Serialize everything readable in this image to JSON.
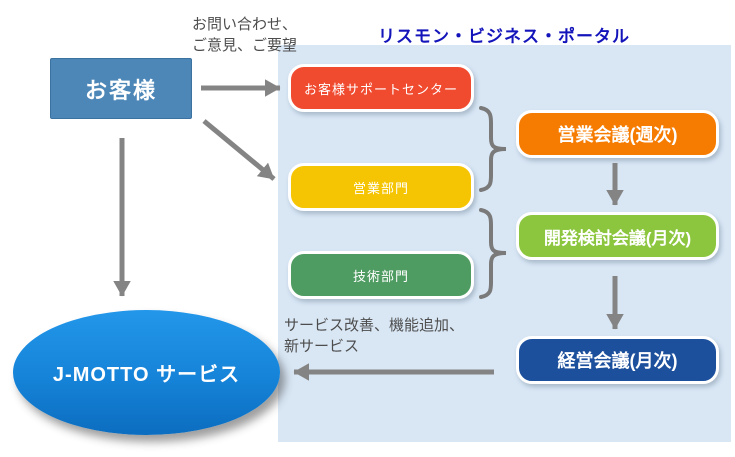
{
  "diagram": {
    "portal_title": "リスモン・ビジネス・ポータル",
    "customer_label": "お客様",
    "inquiry_note": {
      "line1": "お問い合わせ、",
      "line2": "ご意見、ご要望"
    },
    "departments": [
      {
        "label": "お客様サポートセンター",
        "color": "#f04a2f"
      },
      {
        "label": "営業部門",
        "color": "#f5c402"
      },
      {
        "label": "技術部門",
        "color": "#4f9c62"
      }
    ],
    "meetings": [
      {
        "label": "営業会議(週次)",
        "color": "#f67c01"
      },
      {
        "label": "開発検討会議(月次)",
        "color": "#8cc63e"
      },
      {
        "label": "経営会議(月次)",
        "color": "#1c4f9c"
      }
    ],
    "service_label": "J-MOTTO サービス",
    "feedback_note": {
      "line1": "サービス改善、機能追加、",
      "line2": "新サービス"
    },
    "colors": {
      "panel_bg": "#d9e7f5",
      "customer_box": "#4d87b7",
      "title_text": "#1414bb",
      "note_text": "#4d4d4d",
      "arrow": "#848484",
      "brace": "#7a7a7a",
      "ellipse_top": "#2397ea",
      "ellipse_bottom": "#0c6dbf"
    }
  }
}
